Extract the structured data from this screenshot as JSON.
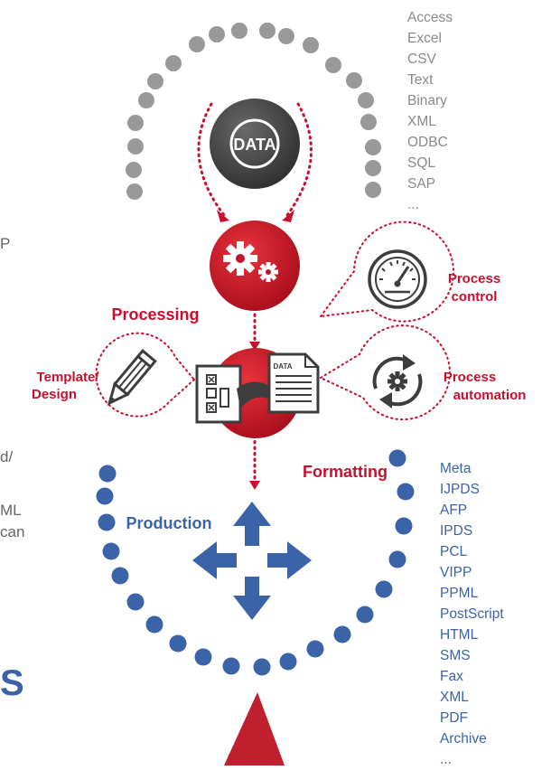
{
  "data_label": "DATA",
  "doc_label": "DATA",
  "labels": {
    "processing": "Processing",
    "formatting": "Formatting",
    "production": "Production",
    "template": "Template/",
    "design": "Design",
    "process_control_1": "Process",
    "process_control_2": "control",
    "process_automation_1": "Process",
    "process_automation_2": "automation"
  },
  "input_formats": [
    "Access",
    "Excel",
    "CSV",
    "Text",
    "Binary",
    "XML",
    "ODBC",
    "SQL",
    "SAP",
    "..."
  ],
  "output_formats": [
    "Meta",
    "IJPDS",
    "AFP",
    "IPDS",
    "PCL",
    "VIPP",
    "PPML",
    "PostScript",
    "HTML",
    "SMS",
    "Fax",
    "XML",
    "PDF",
    "Archive",
    "..."
  ],
  "clipped_text": [
    "P",
    "d/",
    "ML",
    "can",
    "S"
  ],
  "colors": {
    "red": "#c8102e",
    "blue": "#3b63a8",
    "grey": "#999999",
    "dark": "#3d3d3d"
  },
  "icons": [
    "data-disc-icon",
    "gears-icon",
    "speedometer-icon",
    "cycle-gear-icon",
    "pencil-icon",
    "template-doc-icon",
    "data-doc-icon",
    "merge-arrow-icon",
    "four-way-arrows-icon",
    "pyramid-icon"
  ]
}
